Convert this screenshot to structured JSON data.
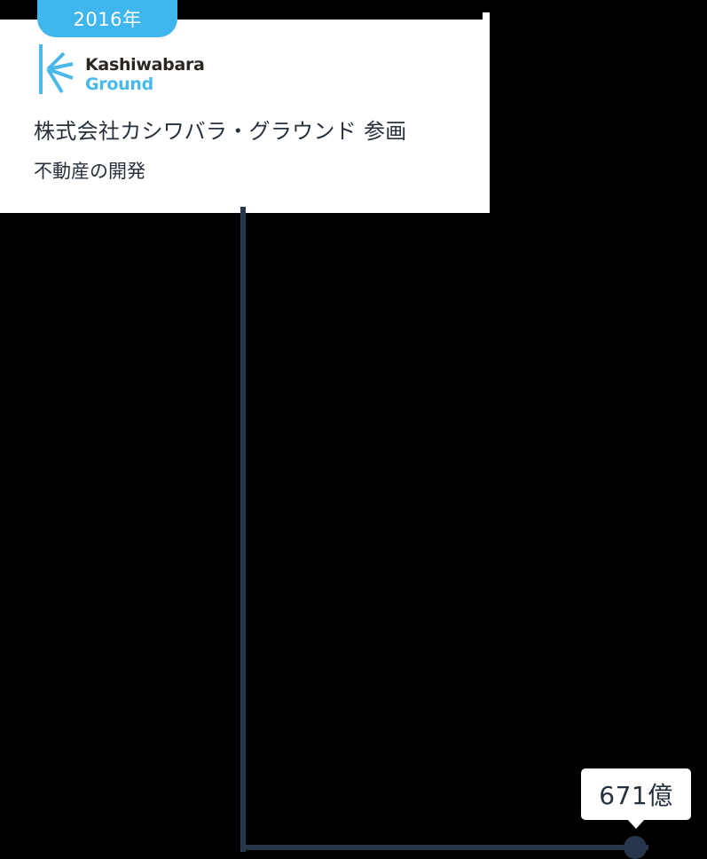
{
  "card": {
    "year": "2016年",
    "logo": {
      "line1": "Kashiwabara",
      "line2": "Ground"
    },
    "company_name": "株式会社カシワバラ・グラウンド 参画",
    "business": "不動産の開発"
  },
  "value_tag": {
    "amount": "671億"
  },
  "colors": {
    "accent": "#3fb6ee",
    "logo_blue": "#49b8ea",
    "line": "#27364a",
    "text": "#27303d"
  }
}
